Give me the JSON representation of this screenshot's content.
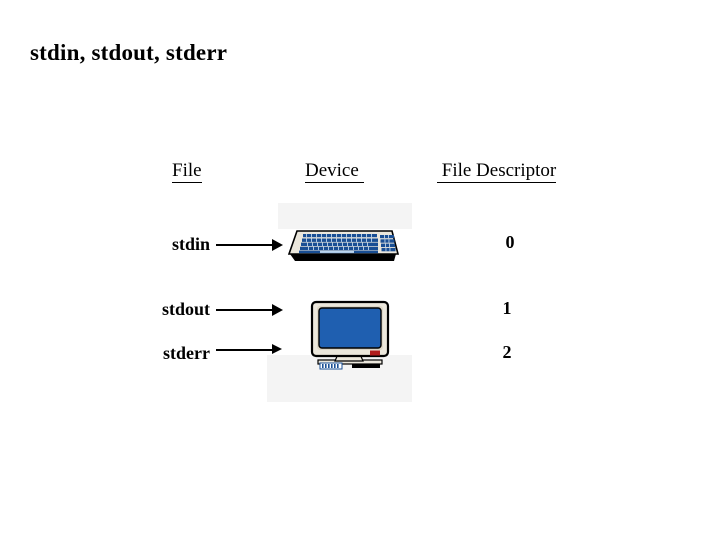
{
  "slide": {
    "title": "stdin, stdout, stderr",
    "background_color": "#ffffff",
    "text_color": "#000000"
  },
  "table": {
    "headers": [
      {
        "key": "file",
        "label": "File"
      },
      {
        "key": "device",
        "label": "Device "
      },
      {
        "key": "descriptor",
        "label": " File Descriptor"
      }
    ],
    "rows": [
      {
        "file": "stdin",
        "device_icon": "keyboard-icon",
        "device_name": "keyboard",
        "descriptor": "0",
        "arrow": "right-arrow-icon"
      },
      {
        "file": "stdout",
        "device_icon": "monitor-icon",
        "device_name": "computer monitor",
        "descriptor": "1",
        "arrow": "right-arrow-icon"
      },
      {
        "file": "stderr",
        "device_icon": "monitor-icon",
        "device_name": "computer monitor",
        "descriptor": "2",
        "arrow": "right-arrow-icon"
      }
    ]
  },
  "colors": {
    "screen_blue": "#1f5fb0",
    "key_blue": "#1a4f94",
    "key_highlight": "#4f9fd8",
    "bezel_cream": "#ebe7dc",
    "bezel_shadow": "#c9c3b4",
    "indicator_red": "#b01c1c",
    "outline_black": "#000000",
    "ghost_grey": "#f4f4f4"
  }
}
